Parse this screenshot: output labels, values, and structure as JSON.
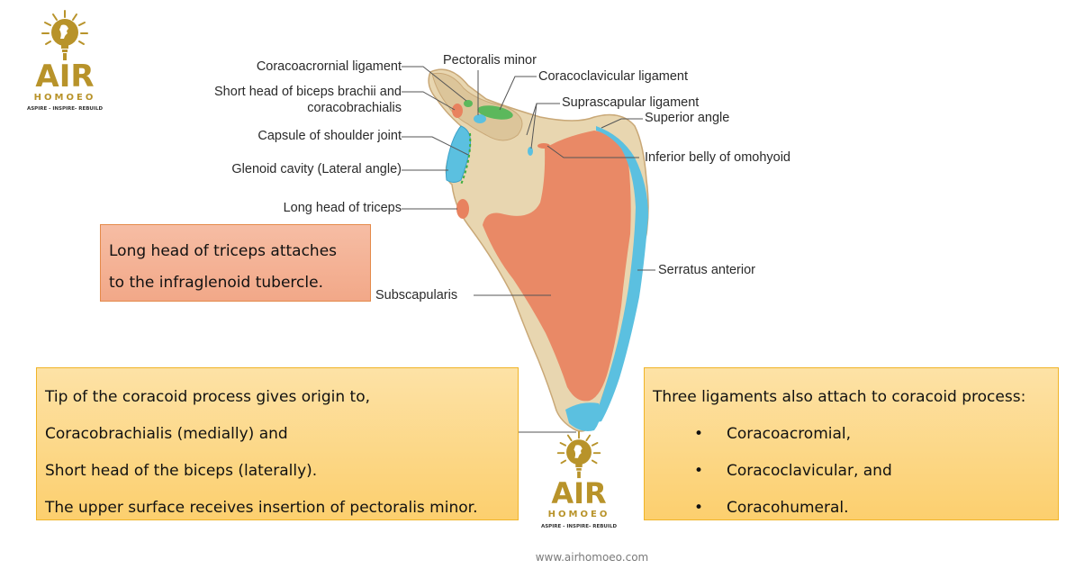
{
  "logo": {
    "brand": "AIR",
    "sub": "HOMOEO",
    "tagline": "ASPIRE - INSPIRE- REBUILD",
    "icon": "lightbulb-head-icon",
    "color": "#b8932a"
  },
  "diagram": {
    "title_icon": "scapula-anterior-view",
    "labels": {
      "coracoacromial": "Coracoacrornial ligament",
      "short_head_1": "Short head of biceps brachii and",
      "short_head_2": "coracobrachialis",
      "capsule": "Capsule of shoulder joint",
      "glenoid": "Glenoid cavity (Lateral angle)",
      "long_head": "Long head of triceps",
      "pectoralis_minor": "Pectoralis minor",
      "coracoclavicular": "Coracoclavicular ligament",
      "suprascapular": "Suprascapular ligament",
      "superior_angle": "Superior angle",
      "omohyoid": "Inferior belly of omohyoid",
      "serratus": "Serratus anterior",
      "subscapularis": "Subscapularis"
    },
    "colors": {
      "bone": "#e8d6b0",
      "muscle": "#e8825f",
      "ligament": "#5cb85c",
      "capsule": "#5bc0e0"
    }
  },
  "boxes": {
    "triceps": {
      "lines": [
        "Long head of triceps attaches",
        "to the infraglenoid tubercle."
      ]
    },
    "coracoid": {
      "lines": [
        "Tip of the coracoid process gives origin to,",
        "Coracobrachialis (medially) and",
        "Short head of the biceps (laterally).",
        "The upper surface receives insertion of pectoralis minor."
      ]
    },
    "ligaments": {
      "heading": "Three ligaments also attach to coracoid process:",
      "bullet": "•",
      "items": [
        "Coracoacromial,",
        "Coracoclavicular, and",
        "Coracohumeral."
      ]
    }
  },
  "footer": {
    "url": "www.airhomoeo.com"
  }
}
